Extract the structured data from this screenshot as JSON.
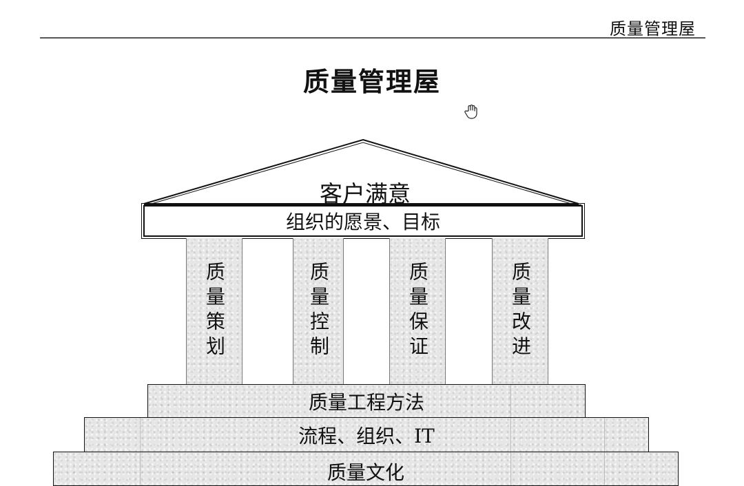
{
  "header": {
    "title": "质量管理屋"
  },
  "diagram": {
    "title": "质量管理屋",
    "roof_label": "客户满意",
    "vision_label": "组织的愿景、目标",
    "pillars": [
      {
        "label": "质量策划"
      },
      {
        "label": "质量控制"
      },
      {
        "label": "质量保证"
      },
      {
        "label": "质量改进"
      }
    ],
    "foundations": [
      {
        "label": "质量工程方法"
      },
      {
        "label": "流程、组织、IT"
      },
      {
        "label": "质量文化"
      }
    ]
  },
  "cursor": {
    "icon": "hand-cursor-icon"
  }
}
